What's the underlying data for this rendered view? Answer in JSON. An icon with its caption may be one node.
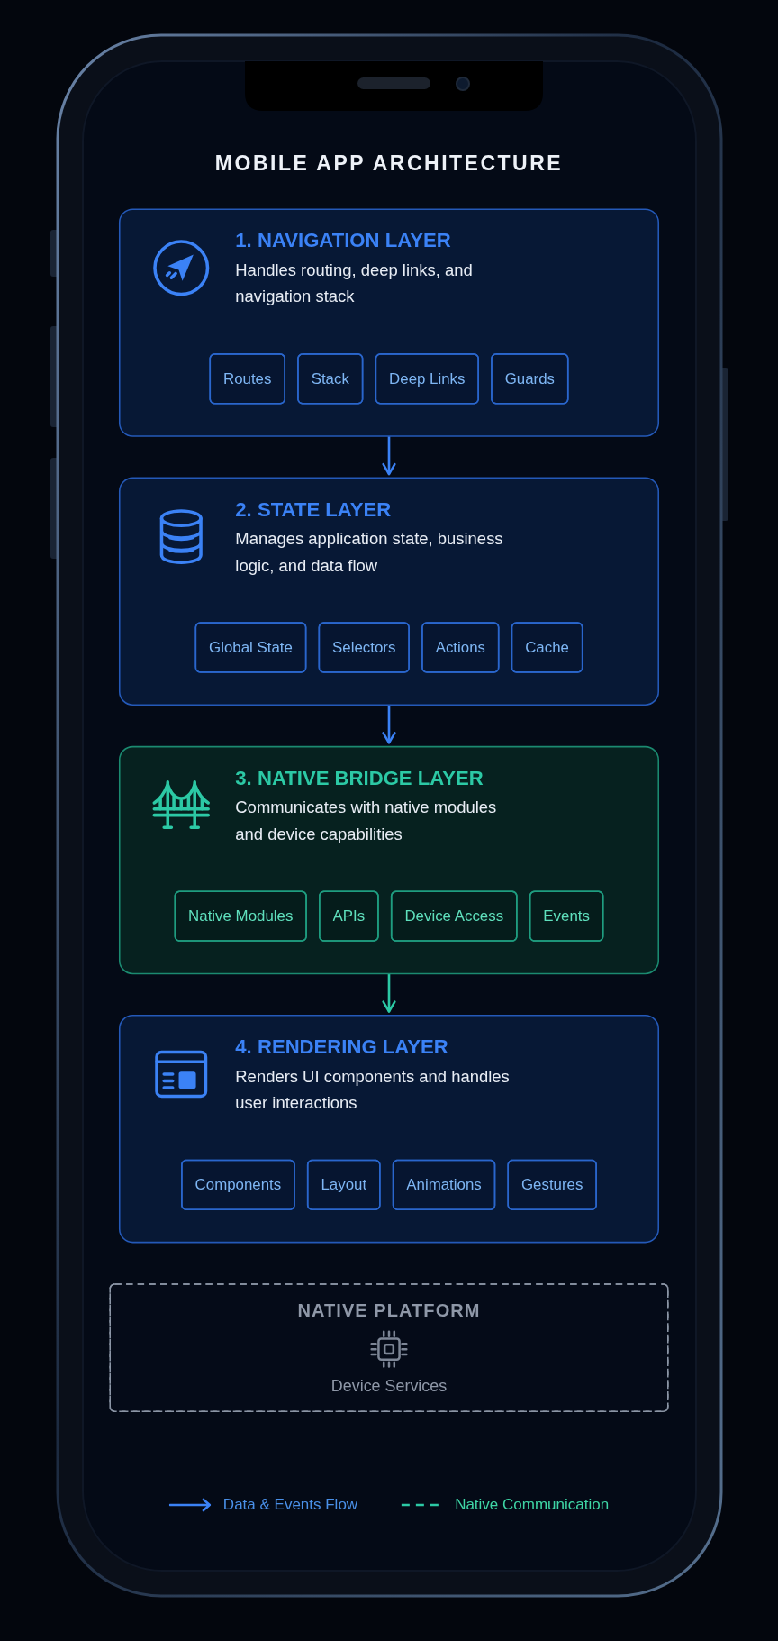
{
  "diagram": {
    "title": "MOBILE APP ARCHITECTURE",
    "nodes": [
      {
        "text": [
          "1. NAVIGATION LAYER",
          "Handles routing, deep links, and navigation stack"
        ]
      },
      {
        "text": [
          "Routes"
        ],
        "in": 0
      },
      {
        "text": [
          "Stack"
        ],
        "in": 0
      },
      {
        "text": [
          "Deep Links"
        ],
        "in": 0
      },
      {
        "text": [
          "Guards"
        ],
        "in": 0
      },
      {
        "text": [
          "2. STATE LAYER",
          "Manages application state, business logic, and data flow"
        ]
      },
      {
        "text": [
          "Global State"
        ],
        "in": 5
      },
      {
        "text": [
          "Selectors"
        ],
        "in": 5
      },
      {
        "text": [
          "Actions"
        ],
        "in": 5
      },
      {
        "text": [
          "Cache"
        ],
        "in": 5
      },
      {
        "text": [
          "3. NATIVE BRIDGE LAYER",
          "Communicates with native modules and device capabilities"
        ]
      },
      {
        "text": [
          "Native Modules"
        ],
        "in": 10
      },
      {
        "text": [
          "APIs"
        ],
        "in": 10
      },
      {
        "text": [
          "Device Access"
        ],
        "in": 10
      },
      {
        "text": [
          "Events"
        ],
        "in": 10
      },
      {
        "text": [
          "4. RENDERING LAYER",
          "Renders UI components and handles user interactions"
        ]
      },
      {
        "text": [
          "Components"
        ],
        "in": 15
      },
      {
        "text": [
          "Layout"
        ],
        "in": 15
      },
      {
        "text": [
          "Animations"
        ],
        "in": 15
      },
      {
        "text": [
          "Gestures"
        ],
        "in": 15
      },
      {
        "text": [
          "NATIVE PLATFORM",
          "Device Services"
        ]
      }
    ],
    "edges": [
      {
        "from": 0,
        "to": 5,
        "arrow": "to"
      },
      {
        "from": 5,
        "to": 10,
        "arrow": "to"
      },
      {
        "from": 10,
        "to": 15,
        "arrow": "to",
        "color": "#2cc9a5"
      }
    ],
    "legend": [
      {
        "text": "Data & Events Flow"
      },
      {
        "text": "Native Communication"
      }
    ]
  }
}
